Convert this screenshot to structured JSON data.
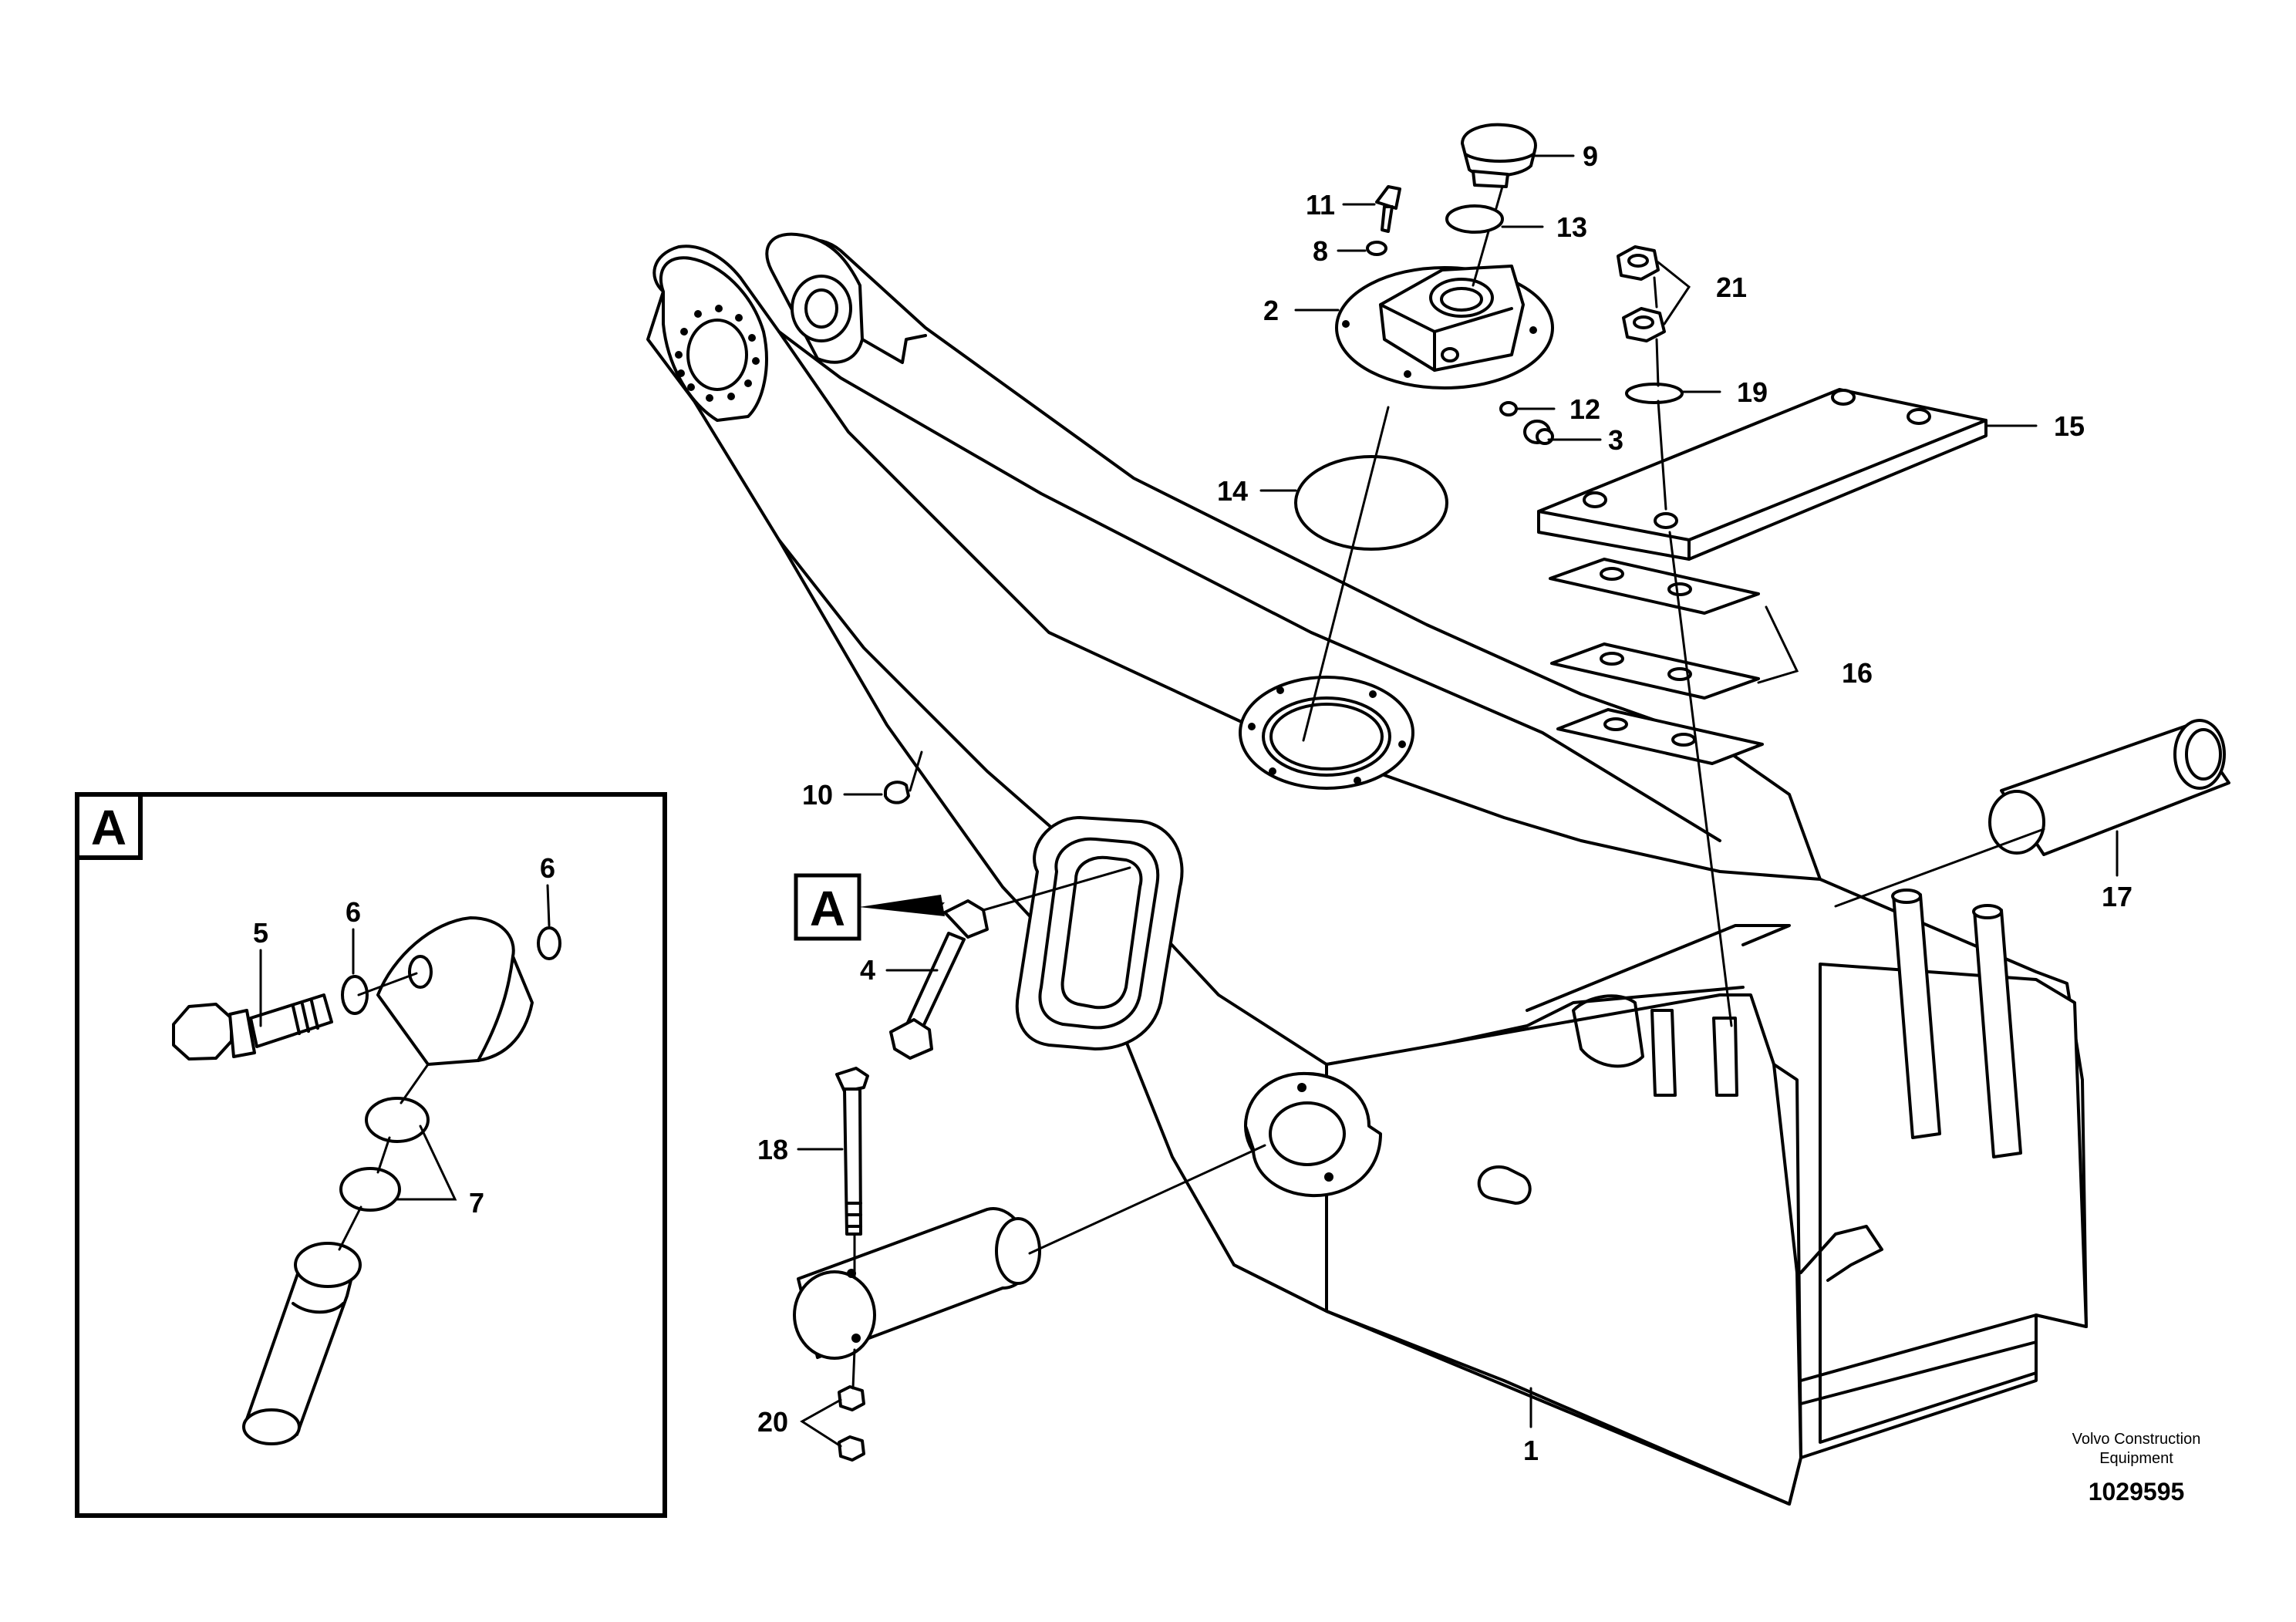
{
  "detail_ref": "A",
  "callouts": {
    "c1": "1",
    "c2": "2",
    "c3": "3",
    "c4": "4",
    "c5": "5",
    "c6a": "6",
    "c6b": "6",
    "c7": "7",
    "c8": "8",
    "c9": "9",
    "c10": "10",
    "c11": "11",
    "c12": "12",
    "c13": "13",
    "c14": "14",
    "c15": "15",
    "c16": "16",
    "c17": "17",
    "c18": "18",
    "c19": "19",
    "c20": "20",
    "c21": "21"
  },
  "brand": {
    "line1": "Volvo Construction",
    "line2": "Equipment"
  },
  "drawing_number": "1029595"
}
